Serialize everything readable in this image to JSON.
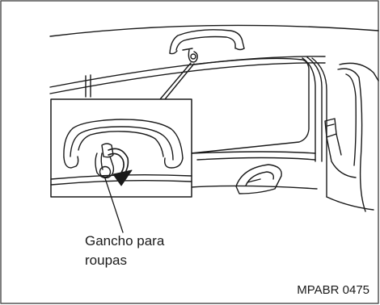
{
  "callout": {
    "line1": "Gancho para",
    "line2": "roupas"
  },
  "figure_code": "MPABR 0475",
  "colors": {
    "line": "#1a1a1a",
    "border": "#555555",
    "background": "#ffffff"
  }
}
